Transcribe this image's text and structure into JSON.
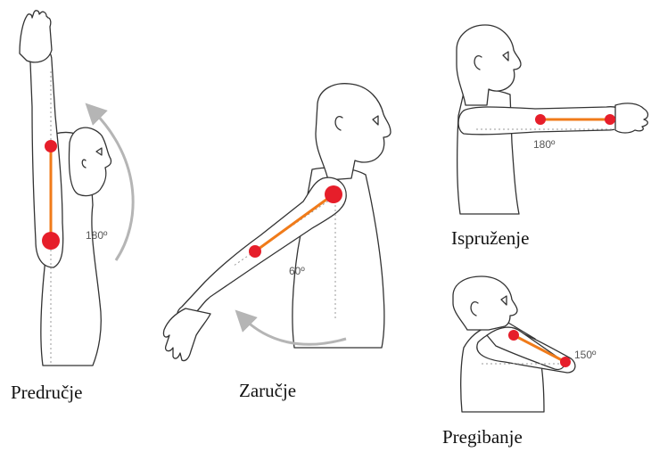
{
  "figures": [
    {
      "caption": "Predručje",
      "angle": "180º"
    },
    {
      "caption": "Zaručje",
      "angle": "60º"
    },
    {
      "caption": "Ispruženje",
      "angle": "180º"
    },
    {
      "caption": "Pregibanje",
      "angle": "150º"
    }
  ],
  "colors": {
    "joint": "#e61e2a",
    "limb_segment": "#f07b1a",
    "outline": "#333333",
    "arrow": "#b5b5b5"
  }
}
